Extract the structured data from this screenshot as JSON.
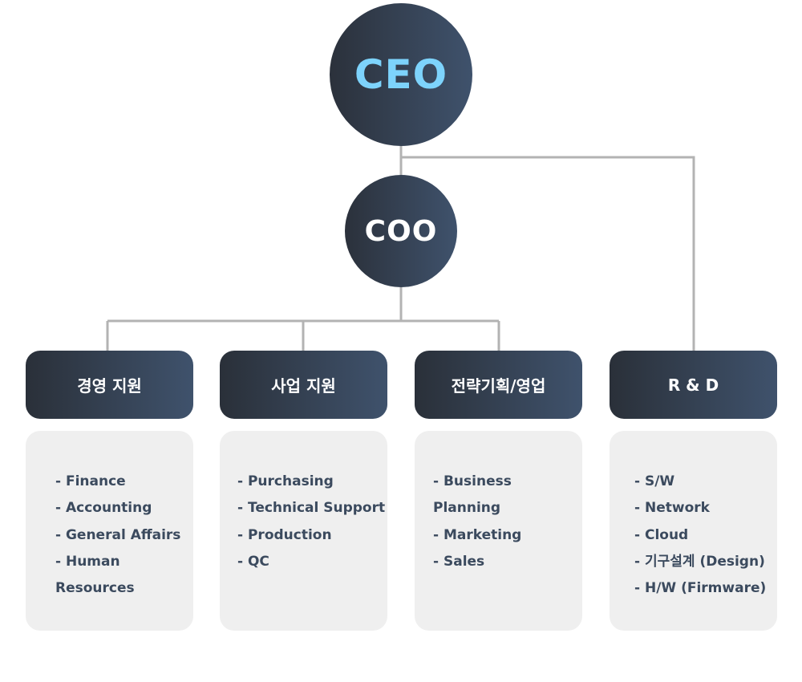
{
  "colors": {
    "ceo_text": "#7dd3fc",
    "connector": "#b3b3b3"
  },
  "ceo": "CEO",
  "coo": "COO",
  "departments": [
    {
      "title": "경영 지원",
      "items": [
        "- Finance",
        "- Accounting",
        "- General Affairs",
        "- Human\n  Resources"
      ]
    },
    {
      "title": "사업 지원",
      "items": [
        "- Purchasing",
        "- Technical Support",
        "- Production",
        "- QC"
      ]
    },
    {
      "title": "전략기획/영업",
      "items": [
        "- Business Planning",
        "- Marketing",
        "- Sales"
      ]
    },
    {
      "title": "R & D",
      "items": [
        "- S/W",
        "- Network",
        "- Cloud",
        "- 기구설계 (Design)",
        "- H/W (Firmware)"
      ]
    }
  ]
}
